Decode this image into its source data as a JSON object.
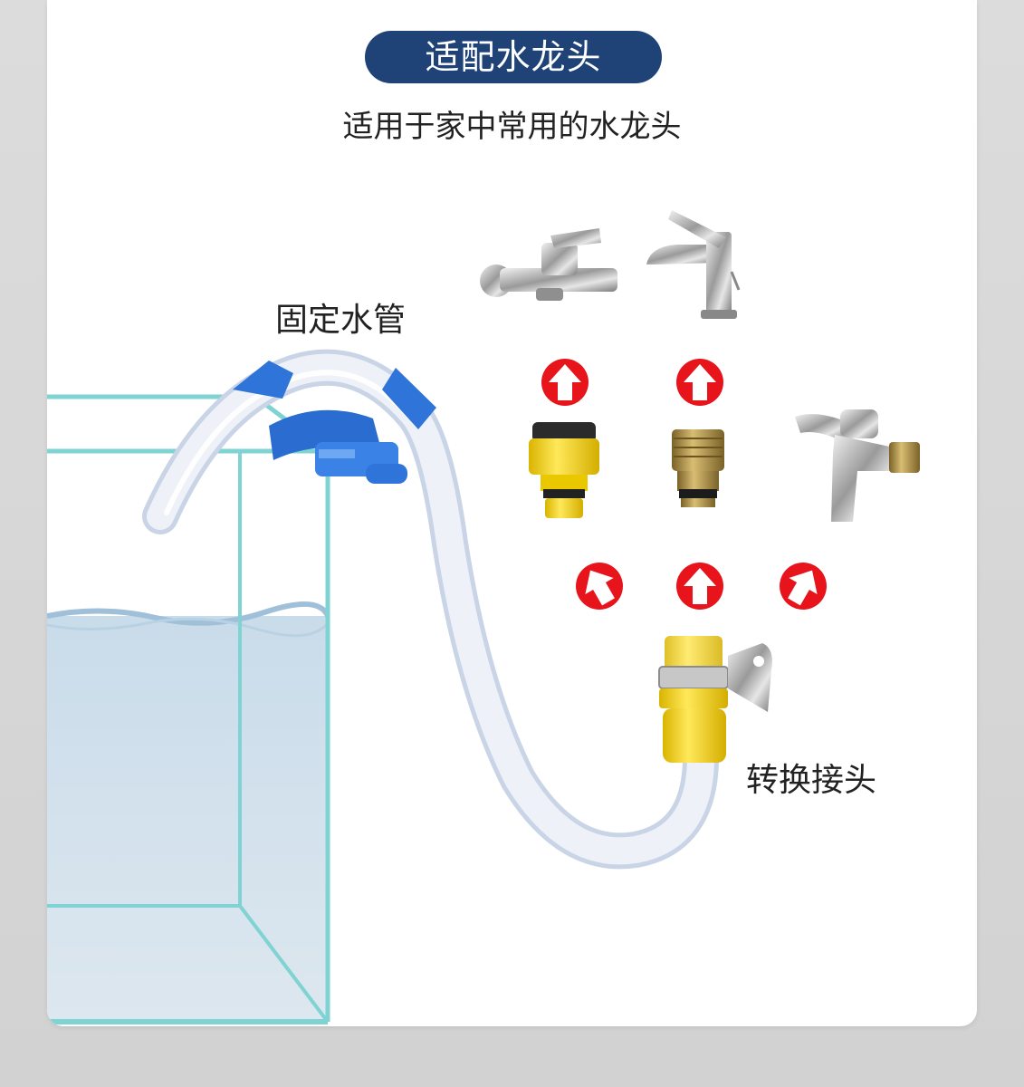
{
  "header": {
    "title": "适配水龙头",
    "subtitle": "适用于家中常用的水龙头"
  },
  "labels": {
    "fix_pipe": "固定水管",
    "adapter": "转换接头"
  },
  "colors": {
    "title_bg": "#1f4277",
    "arrow_red": "#e8141c",
    "clip_blue": "#2f74d8",
    "adapter_yellow": "#f5d61a",
    "tank_edge": "#7fd3d3"
  },
  "icons": [
    "wall-mixer-faucet-icon",
    "basin-faucet-icon",
    "garden-tap-faucet-icon",
    "plastic-adapter-icon",
    "brass-adapter-icon",
    "hose-clamp-connector-icon",
    "hose-clip-icon",
    "arrow-up-icon"
  ]
}
